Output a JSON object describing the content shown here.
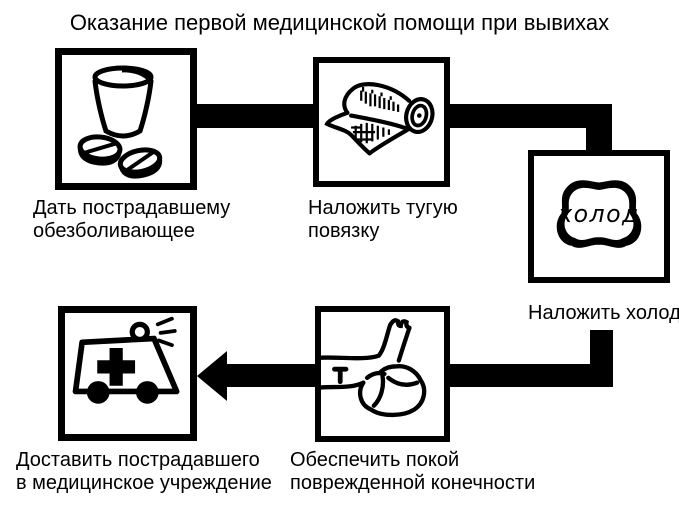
{
  "title": "Оказание первой медицинской помощи при вывихах",
  "colors": {
    "ink": "#000000",
    "paper": "#ffffff"
  },
  "steps": [
    {
      "order": 1,
      "icon": "glass-and-pills-icon",
      "label_lines": [
        "Дать пострадавшему",
        "обезболивающее"
      ]
    },
    {
      "order": 2,
      "icon": "bandage-roll-icon",
      "label_lines": [
        "Наложить тугую",
        "повязку"
      ]
    },
    {
      "order": 3,
      "icon": "cold-pack-icon",
      "icon_text": "холод",
      "label_lines": [
        "Наложить холод"
      ]
    },
    {
      "order": 4,
      "icon": "injured-limb-icon",
      "label_lines": [
        "Обеспечить покой",
        "поврежденной конечности"
      ]
    },
    {
      "order": 5,
      "icon": "ambulance-icon",
      "label_lines": [
        "Доставить пострадавшего",
        "в медицинское учреждение"
      ]
    }
  ]
}
